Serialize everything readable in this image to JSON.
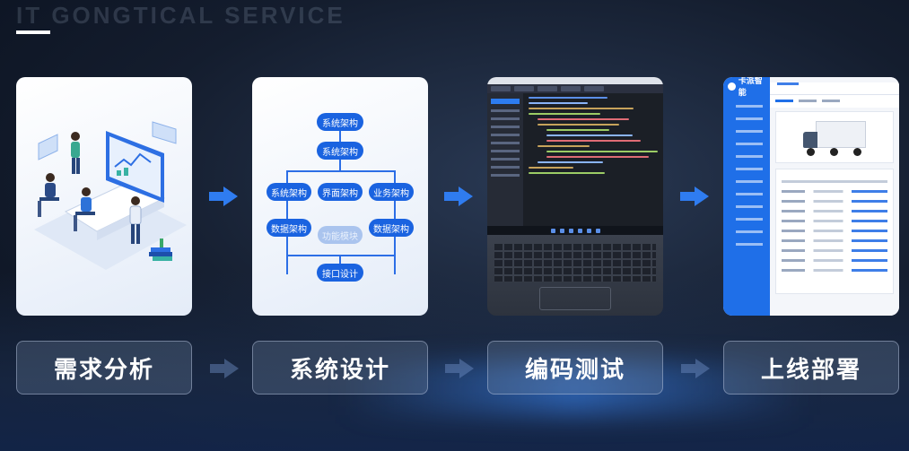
{
  "header": {
    "background_title": "IT GONGTICAL SERVICE"
  },
  "steps": [
    {
      "label": "需求分析"
    },
    {
      "label": "系统设计"
    },
    {
      "label": "编码测试"
    },
    {
      "label": "上线部署"
    }
  ],
  "flowchart": {
    "top": "系统架构",
    "second": "系统架构",
    "left": "系统架构",
    "center": "界面架构",
    "right": "业务架构",
    "left2": "数据架构",
    "center2": "功能模块",
    "right2": "数据架构",
    "bottom": "接口设计"
  },
  "dashboard": {
    "logo_text": "卡派智能"
  },
  "colors": {
    "accent": "#1f6fe8",
    "arrow": "#2f7cf0"
  }
}
